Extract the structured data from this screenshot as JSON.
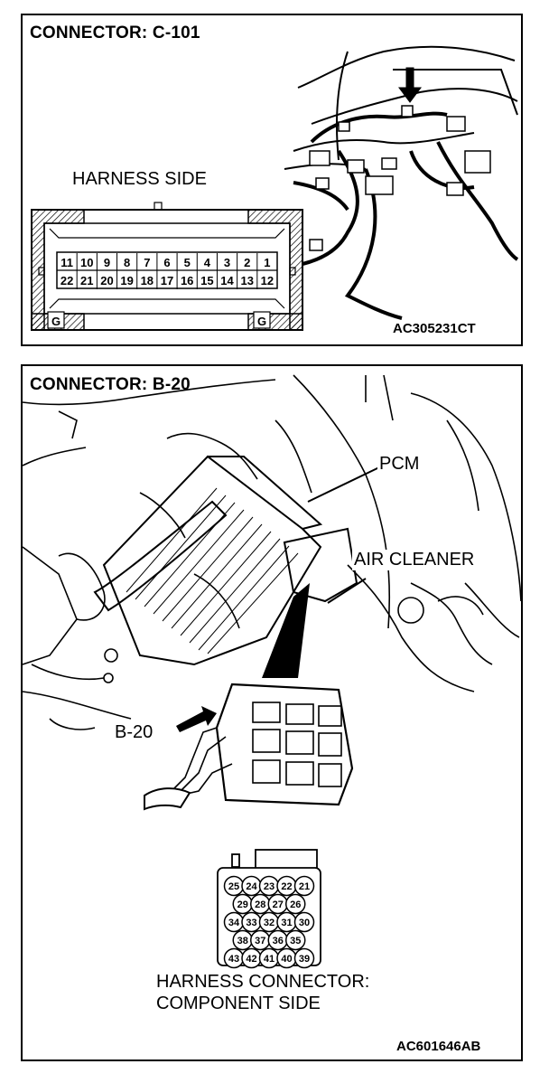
{
  "panel_top": {
    "title": "CONNECTOR: C-101",
    "side_label": "HARNESS SIDE",
    "code": "AC305231CT",
    "ground_mark": "G",
    "pins_row1": [
      "11",
      "10",
      "9",
      "8",
      "7",
      "6",
      "5",
      "4",
      "3",
      "2",
      "1"
    ],
    "pins_row2": [
      "22",
      "21",
      "20",
      "19",
      "18",
      "17",
      "16",
      "15",
      "14",
      "13",
      "12"
    ]
  },
  "panel_bottom": {
    "title": "CONNECTOR: B-20",
    "label_pcm": "PCM",
    "label_air_cleaner": "AIR CLEANER",
    "label_connector": "B-20",
    "caption_line1": "HARNESS CONNECTOR:",
    "caption_line2": "COMPONENT SIDE",
    "code": "AC601646AB",
    "pin_rows": [
      [
        "25",
        "24",
        "23",
        "22",
        "21"
      ],
      [
        "29",
        "28",
        "27",
        "26"
      ],
      [
        "34",
        "33",
        "32",
        "31",
        "30"
      ],
      [
        "38",
        "37",
        "36",
        "35"
      ],
      [
        "43",
        "42",
        "41",
        "40",
        "39"
      ]
    ]
  }
}
